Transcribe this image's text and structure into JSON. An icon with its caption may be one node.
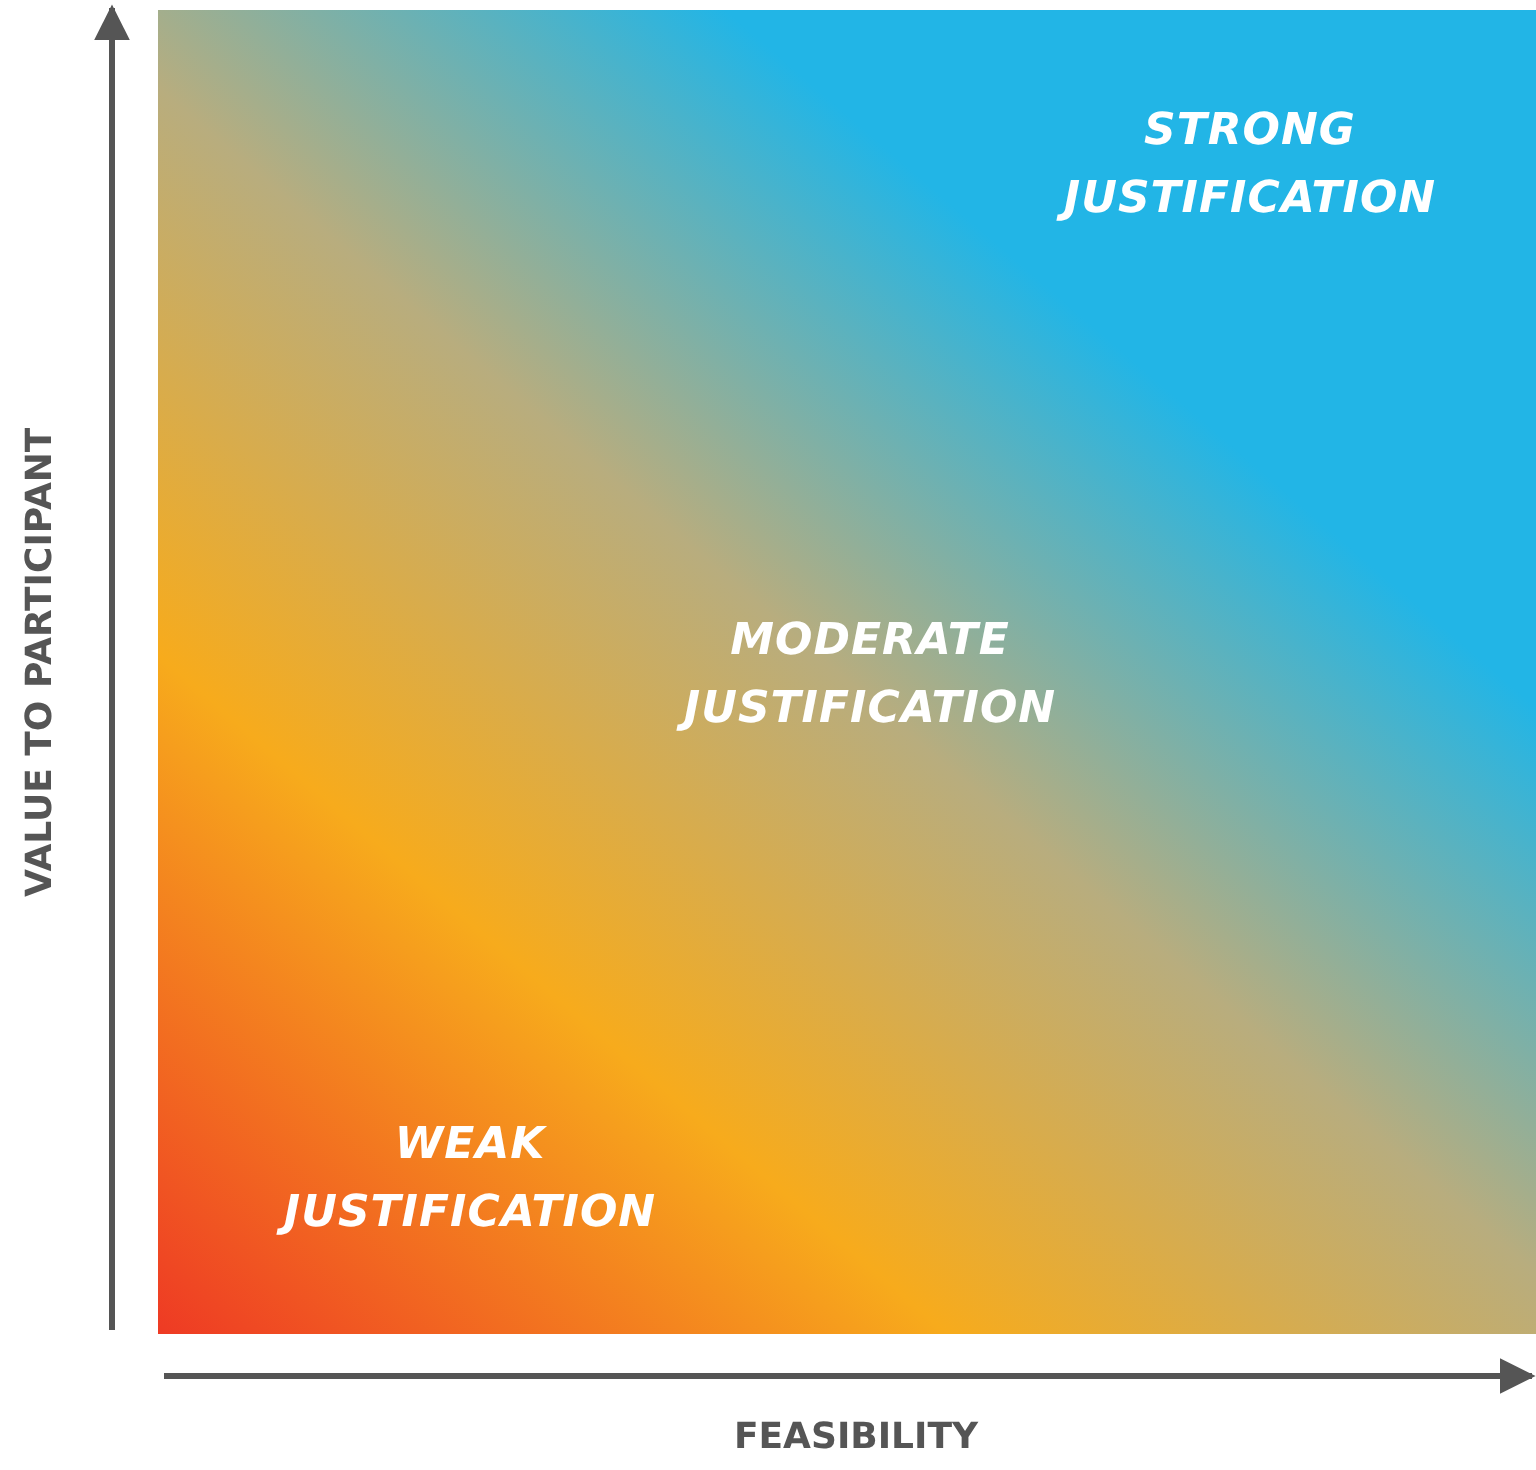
{
  "diagram": {
    "labels": [
      "STRONG JUSTIFICATION",
      "MODERATE JUSTIFICATION",
      "WEAK JUSTIFICATION",
      "VALUE TO PARTICIPANT",
      "FEASIBILITY"
    ]
  }
}
